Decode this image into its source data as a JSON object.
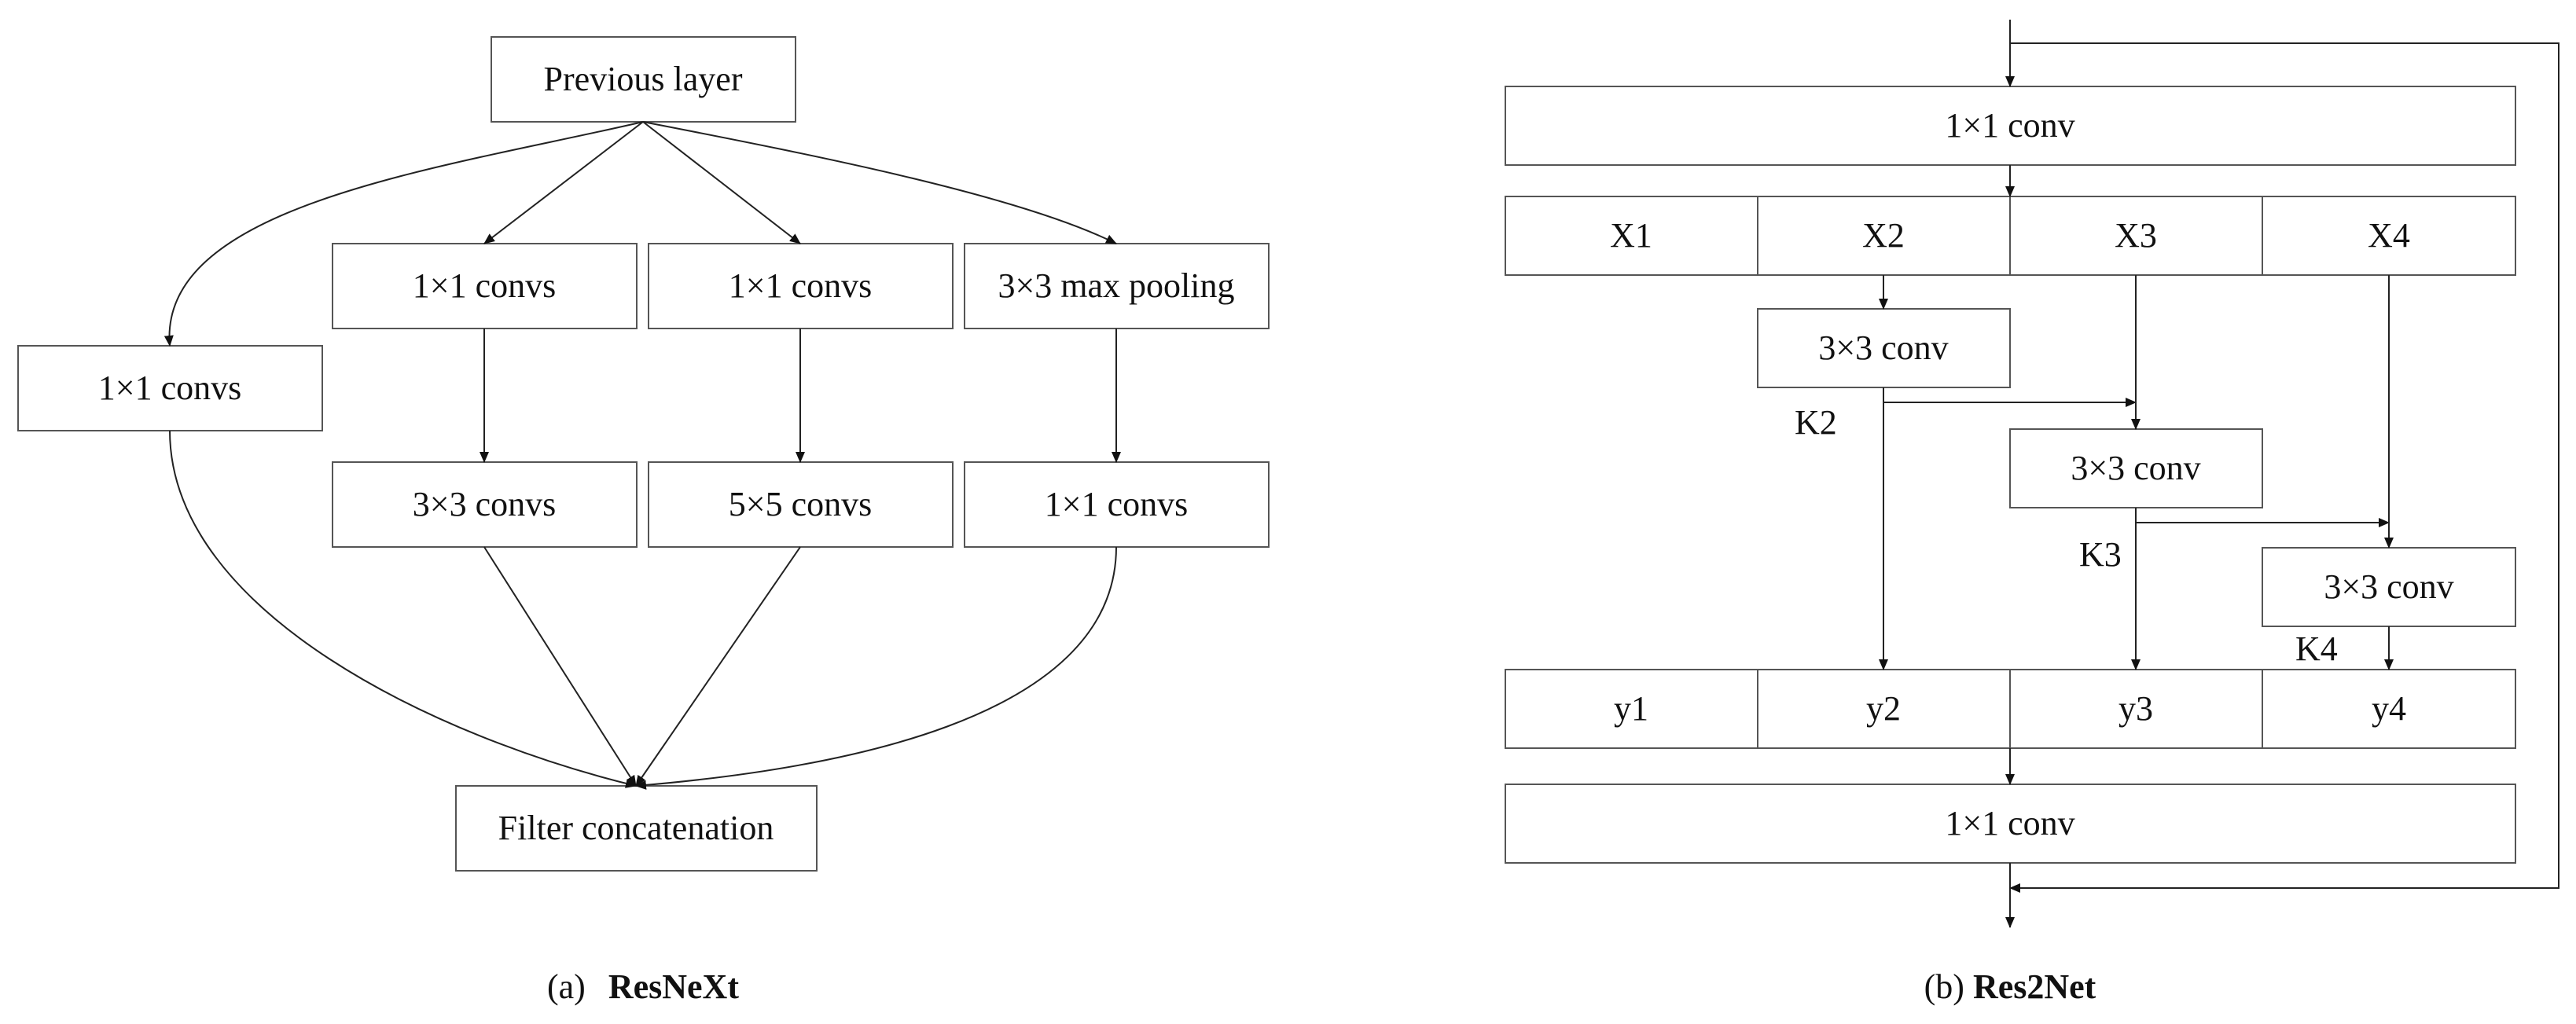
{
  "resnext": {
    "previous_layer": "Previous layer",
    "branch1_conv": "1×1 convs",
    "branch2_conv1": "1×1 convs",
    "branch2_conv2": "3×3 convs",
    "branch3_conv1": "1×1 convs",
    "branch3_conv2": "5×5 convs",
    "branch4_pool": "3×3 max pooling",
    "branch4_conv": "1×1 convs",
    "filter_concat": "Filter concatenation",
    "caption_prefix": "(a)",
    "caption_name": "ResNeXt"
  },
  "res2net": {
    "top_conv": "1×1 conv",
    "splits": [
      "X1",
      "X2",
      "X3",
      "X4"
    ],
    "conv_k2": "3×3 conv",
    "conv_k3": "3×3 conv",
    "conv_k4": "3×3 conv",
    "k_labels": [
      "K2",
      "K3",
      "K4"
    ],
    "outputs": [
      "y1",
      "y2",
      "y3",
      "y4"
    ],
    "bottom_conv": "1×1 conv",
    "caption_prefix": "(b)",
    "caption_name": "Res2Net"
  }
}
